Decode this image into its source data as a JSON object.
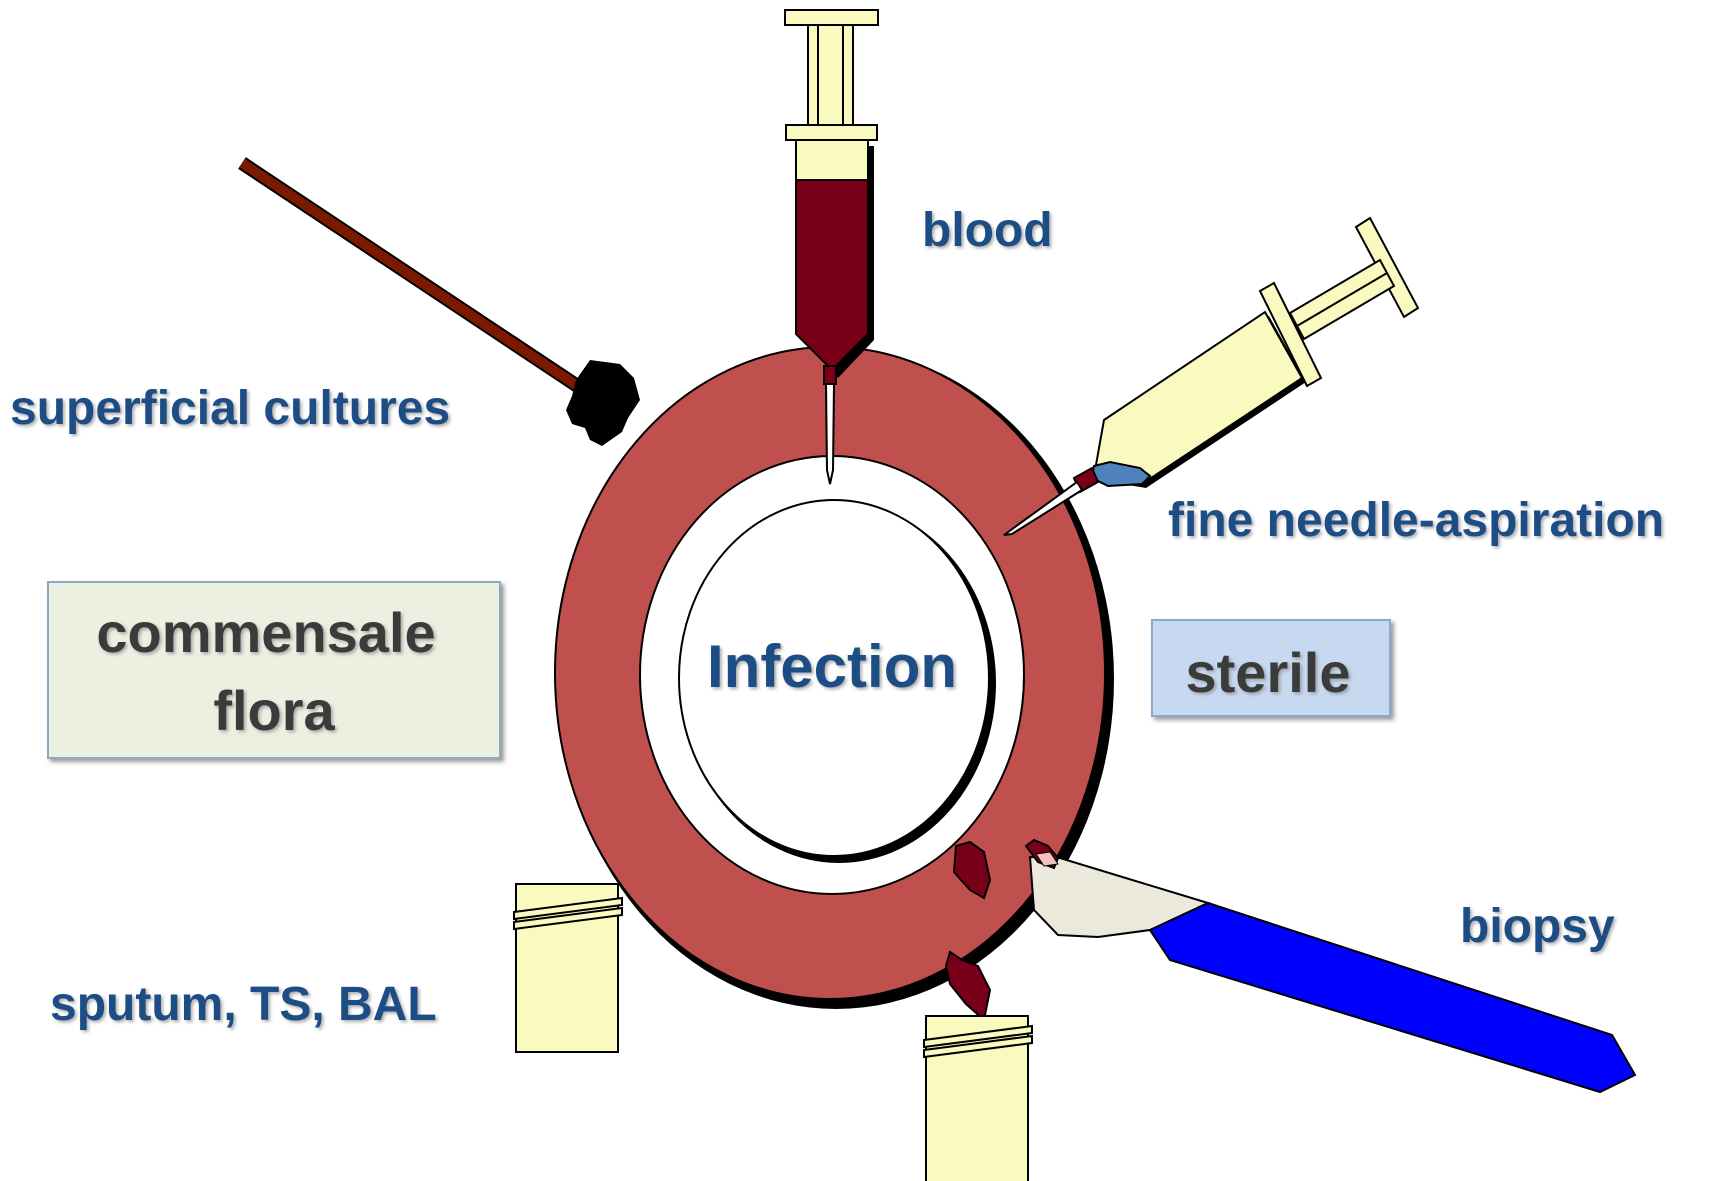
{
  "center": {
    "label": "Infection"
  },
  "sampling_methods": {
    "blood": "blood",
    "superficial": "superficial cultures",
    "fna": "fine needle-aspiration",
    "biopsy": "biopsy",
    "sputum": "sputum, TS, BAL"
  },
  "zones": {
    "commensal": {
      "line1": "commensale",
      "line2": "flora"
    },
    "sterile": "sterile"
  },
  "colors": {
    "tissue_ring": "#c0504d",
    "blood": "#7a0019",
    "syringe_body": "#fafac0",
    "text": "#1f4e84",
    "box_text": "#3a3a3a",
    "commensal_box": "#ebf0e1",
    "sterile_box": "#c6d9f1",
    "biopsy_handle": "#0000ff",
    "swab_stick": "#7b1a00",
    "aspirate": "#4f81bd"
  }
}
